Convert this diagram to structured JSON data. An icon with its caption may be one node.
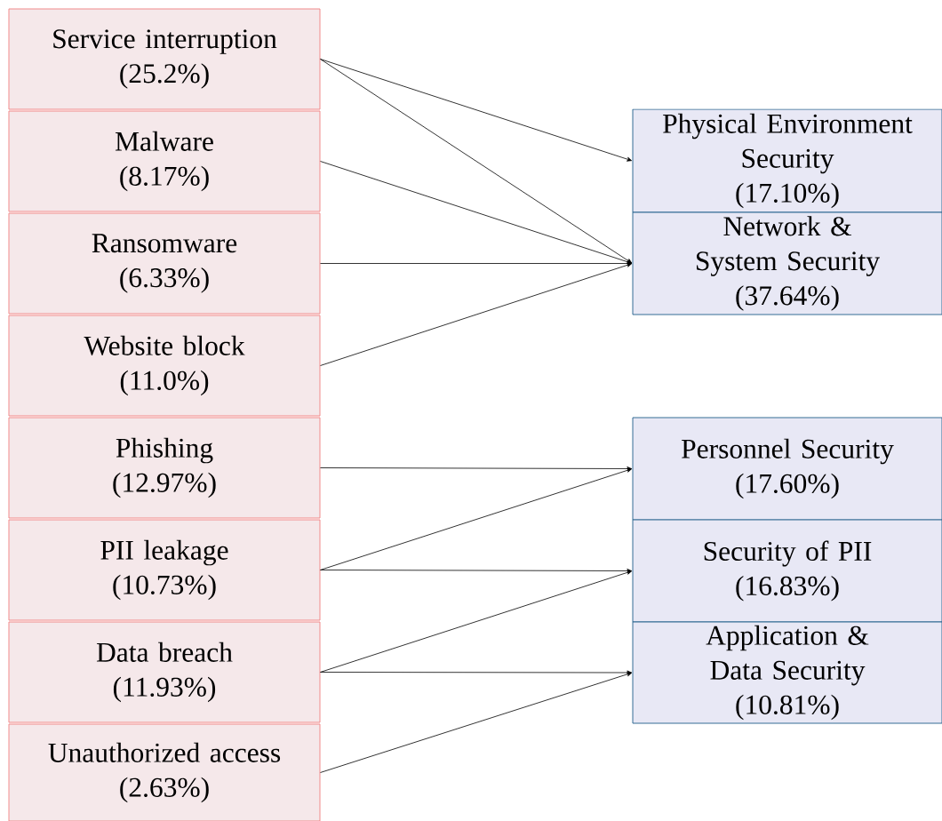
{
  "diagram": {
    "nodes": [
      {
        "text": [
          "Service interruption",
          "(25.2%)"
        ]
      },
      {
        "text": [
          "Malware",
          "(8.17%)"
        ]
      },
      {
        "text": [
          "Ransomware",
          "(6.33%)"
        ]
      },
      {
        "text": [
          "Website block",
          "(11.0%)"
        ]
      },
      {
        "text": [
          "Phishing",
          "(12.97%)"
        ]
      },
      {
        "text": [
          "PII leakage",
          "(10.73%)"
        ]
      },
      {
        "text": [
          "Data breach",
          "(11.93%)"
        ]
      },
      {
        "text": [
          "Unauthorized access",
          "(2.63%)"
        ]
      },
      {
        "text": [
          "Physical Environment Security",
          "(17.10%)"
        ]
      },
      {
        "text": [
          "Network & System Security",
          "(37.64%)"
        ]
      },
      {
        "text": [
          "Personnel Security",
          "(17.60%)"
        ]
      },
      {
        "text": [
          "Security of PII",
          "(16.83%)"
        ]
      },
      {
        "text": [
          "Application & Data Security",
          "(10.81%)"
        ]
      }
    ],
    "edges": [
      {
        "from": 0,
        "to": 8,
        "arrow": "to"
      },
      {
        "from": 0,
        "to": 9,
        "arrow": "to"
      },
      {
        "from": 1,
        "to": 9,
        "arrow": "to"
      },
      {
        "from": 2,
        "to": 9,
        "arrow": "to"
      },
      {
        "from": 3,
        "to": 9,
        "arrow": "to"
      },
      {
        "from": 4,
        "to": 10,
        "arrow": "to"
      },
      {
        "from": 5,
        "to": 10,
        "arrow": "to"
      },
      {
        "from": 5,
        "to": 11,
        "arrow": "to"
      },
      {
        "from": 6,
        "to": 11,
        "arrow": "to"
      },
      {
        "from": 6,
        "to": 12,
        "arrow": "to"
      },
      {
        "from": 7,
        "to": 12,
        "arrow": "to"
      }
    ]
  }
}
